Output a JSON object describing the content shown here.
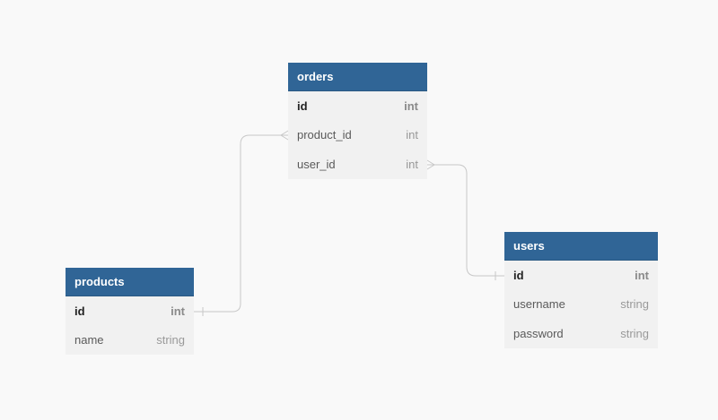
{
  "tables": {
    "orders": {
      "name": "orders",
      "fields": [
        {
          "name": "id",
          "type": "int",
          "pk": true
        },
        {
          "name": "product_id",
          "type": "int",
          "pk": false
        },
        {
          "name": "user_id",
          "type": "int",
          "pk": false
        }
      ]
    },
    "users": {
      "name": "users",
      "fields": [
        {
          "name": "id",
          "type": "int",
          "pk": true
        },
        {
          "name": "username",
          "type": "string",
          "pk": false
        },
        {
          "name": "password",
          "type": "string",
          "pk": false
        }
      ]
    },
    "products": {
      "name": "products",
      "fields": [
        {
          "name": "id",
          "type": "int",
          "pk": true
        },
        {
          "name": "name",
          "type": "string",
          "pk": false
        }
      ]
    }
  },
  "relations": [
    {
      "from": "orders.product_id",
      "from_cardinality": "many",
      "to": "products.id",
      "to_cardinality": "one"
    },
    {
      "from": "orders.user_id",
      "from_cardinality": "many",
      "to": "users.id",
      "to_cardinality": "one"
    }
  ],
  "colors": {
    "header": "#306596",
    "header_text": "#ffffff",
    "row_bg": "#f1f1f1",
    "background": "#f9f9f9",
    "connector": "#c4c4c4"
  }
}
